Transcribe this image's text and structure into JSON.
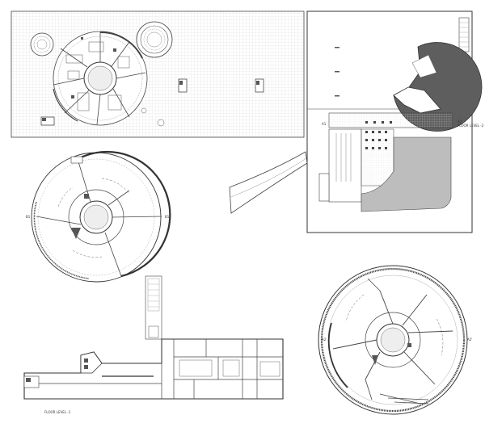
{
  "labels": {
    "floor_level_minus_1": "FLOOR LEVEL -1",
    "floor_level_minus_2": "FLOOR LEVEL -2",
    "section_marks": [
      "A1",
      "A1'",
      "A2",
      "A2'",
      "B1",
      "B1'"
    ]
  },
  "colors": {
    "line": "#3a3a3a",
    "grid": "#d9d9d9",
    "dark_fill": "#5e5e5e",
    "light_fill": "#bdbdbd",
    "paper": "#ffffff"
  }
}
